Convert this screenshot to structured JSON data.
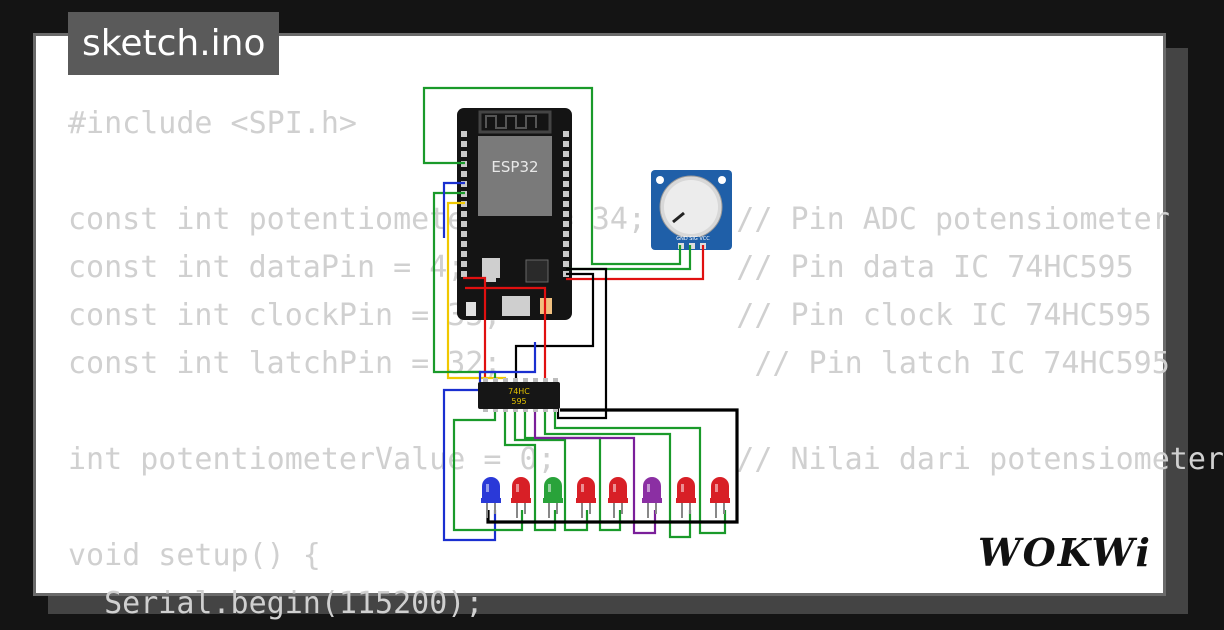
{
  "title": "sketch.ino",
  "code_lines": [
    "#include <SPI.h>",
    "",
    "const int potentiometerPin = 34;     // Pin ADC potensiometer",
    "const int dataPin = 4;               // Pin data IC 74HC595",
    "const int clockPin = 33;             // Pin clock IC 74HC595",
    "const int latchPin = 32;              // Pin latch IC 74HC595",
    "",
    "int potentiometerValue = 0;          // Nilai dari potensiometer",
    "",
    "void setup() {",
    "  Serial.begin(115200);"
  ],
  "board": {
    "label": "ESP32"
  },
  "shift_register": {
    "label_line1": "74HC",
    "label_line2": "595"
  },
  "potentiometer": {
    "pin_labels": "GND SIG VCC"
  },
  "leds": [
    {
      "color": "#2a39d8"
    },
    {
      "color": "#d81f26"
    },
    {
      "color": "#29a33a"
    },
    {
      "color": "#d81f26"
    },
    {
      "color": "#d81f26"
    },
    {
      "color": "#8b2fa3"
    },
    {
      "color": "#d81f26"
    },
    {
      "color": "#d81f26"
    }
  ],
  "brand": {
    "logo": "WOKWi"
  },
  "colors": {
    "background": "#141414",
    "card": "#ffffff",
    "code_text": "#d0d0d0",
    "title_bg": "#5a5a5a",
    "wire_green": "#1a9a2a",
    "wire_red": "#e01010",
    "wire_blue": "#1a2fd0",
    "wire_black": "#000000",
    "wire_yellow": "#f0c800",
    "wire_purple": "#7a1f9a"
  }
}
